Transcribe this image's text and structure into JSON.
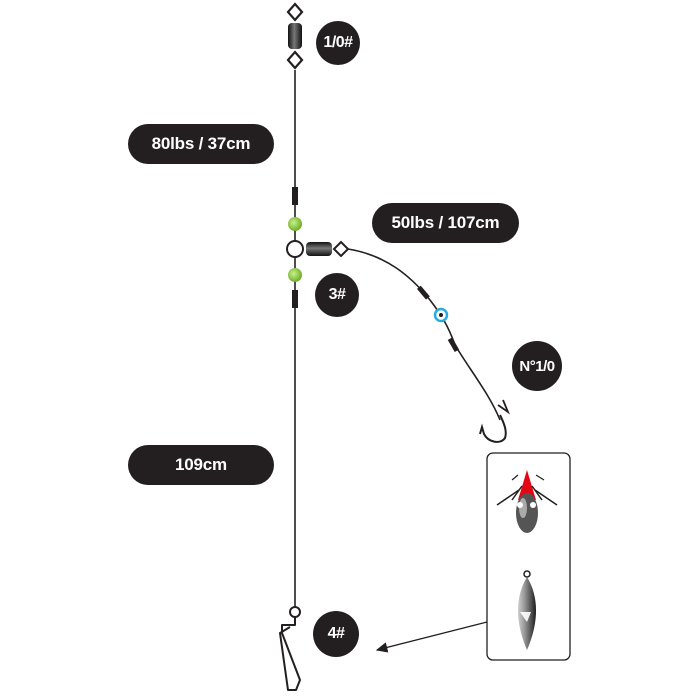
{
  "labels": {
    "top_swivel_size": "1/0#",
    "main_line": "80lbs / 37cm",
    "branch_line": "50lbs / 107cm",
    "middle_swivel_size": "3#",
    "hook_size": "N°1/0",
    "lower_line": "109cm",
    "snap_size": "4#"
  },
  "colors": {
    "label_bg": "#231f20",
    "label_text": "#ffffff",
    "line": "#231f20",
    "bead": "#8cc63f",
    "bead_blue": "#29abe2",
    "lure_red": "#e30613",
    "lure_body": "#5a5a5a"
  },
  "icons": [
    "barrel-swivel-icon",
    "bead-icon",
    "hook-icon",
    "snap-icon",
    "squid-jig-icon",
    "sinker-icon",
    "arrow-icon"
  ]
}
